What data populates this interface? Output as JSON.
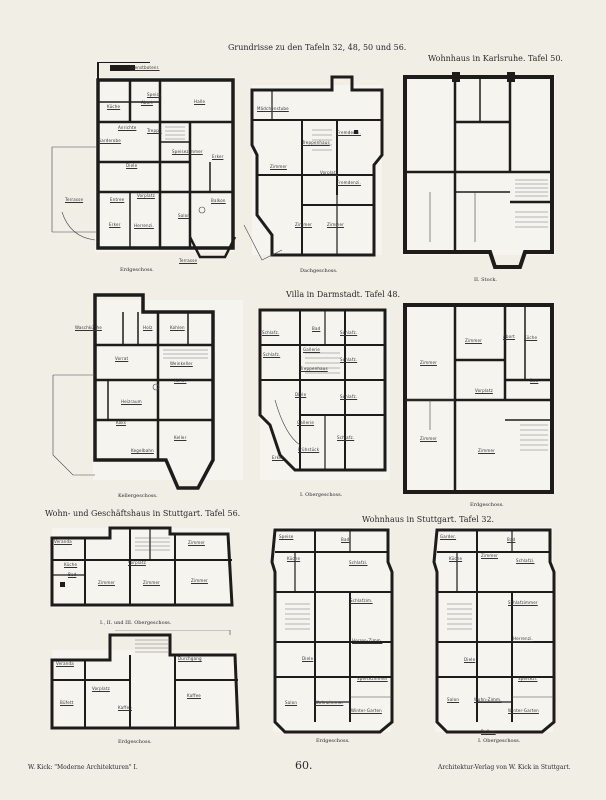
{
  "header": {
    "title": "Grundrisse zu den Tafeln 32, 48, 50 und 56.",
    "karlsruhe_title": "Wohnhaus in Karlsruhe.  Tafel 50.",
    "darmstadt_title": "Villa in Darmstadt.  Tafel 48.",
    "stuttgart_commercial_title": "Wohn- und Geschäftshaus in Stuttgart.  Tafel 56.",
    "stuttgart_house_title": "Wohnhaus in Stuttgart.  Tafel 32."
  },
  "captions": {
    "erdgeschoss_1": "Erdgeschoss.",
    "dachgeschoss": "Dachgeschoss.",
    "ii_stock": "II. Stock.",
    "kellergeschoss": "Kellergeschoss.",
    "obergeschoss_1": "I. Obergeschoss.",
    "erdgeschoss_2": "Erdgeschoss.",
    "obergeschosse_123": "I., II. und III. Obergeschoss.",
    "erdgeschoss_3": "Erdgeschoss.",
    "erdgeschoss_4": "Erdgeschoss.",
    "obergeschoss_2": "I. Obergeschoss."
  },
  "rooms": {
    "plan1": [
      "Dienstbotenr.",
      "Küche",
      "Speise",
      "Abort",
      "Halle",
      "Anrichte",
      "Garderobe",
      "Treppe",
      "Diele",
      "Speisezimmer",
      "Erker",
      "Terrasse",
      "Entree",
      "Vorplatz",
      "Salon",
      "Erker",
      "Herrenzi.",
      "Balkon",
      "Terrasse"
    ],
    "plan2": [
      "Mädchenstube",
      "Treppenhaus",
      "Zimmer",
      "Fremdenzi.",
      "Vorplatz",
      "Fremdenzi.",
      "Zimmer",
      "Zimmer"
    ],
    "plan4": [
      "Waschküche",
      "Holz",
      "Kohlen",
      "Vorrat",
      "Weinkeller",
      "Keller",
      "Heizraum",
      "Keller",
      "Koks",
      "Kegelbahn"
    ],
    "plan5": [
      "Schlafz.",
      "Bad",
      "Gallerie",
      "Schlafz.",
      "Schlafz.",
      "Treppenhaus",
      "Diele",
      "Schlafz.",
      "Schlafz.",
      "Gallerie",
      "Frühstück",
      "Schlafz.",
      "Erker"
    ],
    "plan6": [
      "Zimmer",
      "Zimmer",
      "Küche",
      "Abort",
      "Vorplatz",
      "Bad",
      "Zimmer",
      "Zimmer"
    ],
    "plan7": [
      "Veranda",
      "Bad",
      "Küche",
      "Vorplatz",
      "Zimmer",
      "Zimmer",
      "Zimmer",
      "Zimmer"
    ],
    "plan8": [
      "Veranda",
      "Vorplatz",
      "Durchgang",
      "Kaffee",
      "Kaffee",
      "Büfett"
    ],
    "plan9": [
      "Speise",
      "Küche",
      "Bad",
      "Schlafzi.",
      "Diele",
      "Speisezimmer",
      "Herren-Zimm.",
      "Salon",
      "Wohnzimmer",
      "Winter-Garten",
      "Schlafzim."
    ],
    "plan10": [
      "Garder.",
      "Küche",
      "Zimmer",
      "Bad",
      "Schlafzi.",
      "Schlafzimmer",
      "Herrenzi.",
      "Diele",
      "Speisezi.",
      "Salon",
      "Wohn-Zimm.",
      "Winter-Garten",
      "Balkon"
    ]
  },
  "footer": {
    "left": "W. Kick: \"Moderne Architekturen\" I.",
    "page_number": "60.",
    "right": "Architektur-Verlag von W. Kick in Stuttgart."
  }
}
